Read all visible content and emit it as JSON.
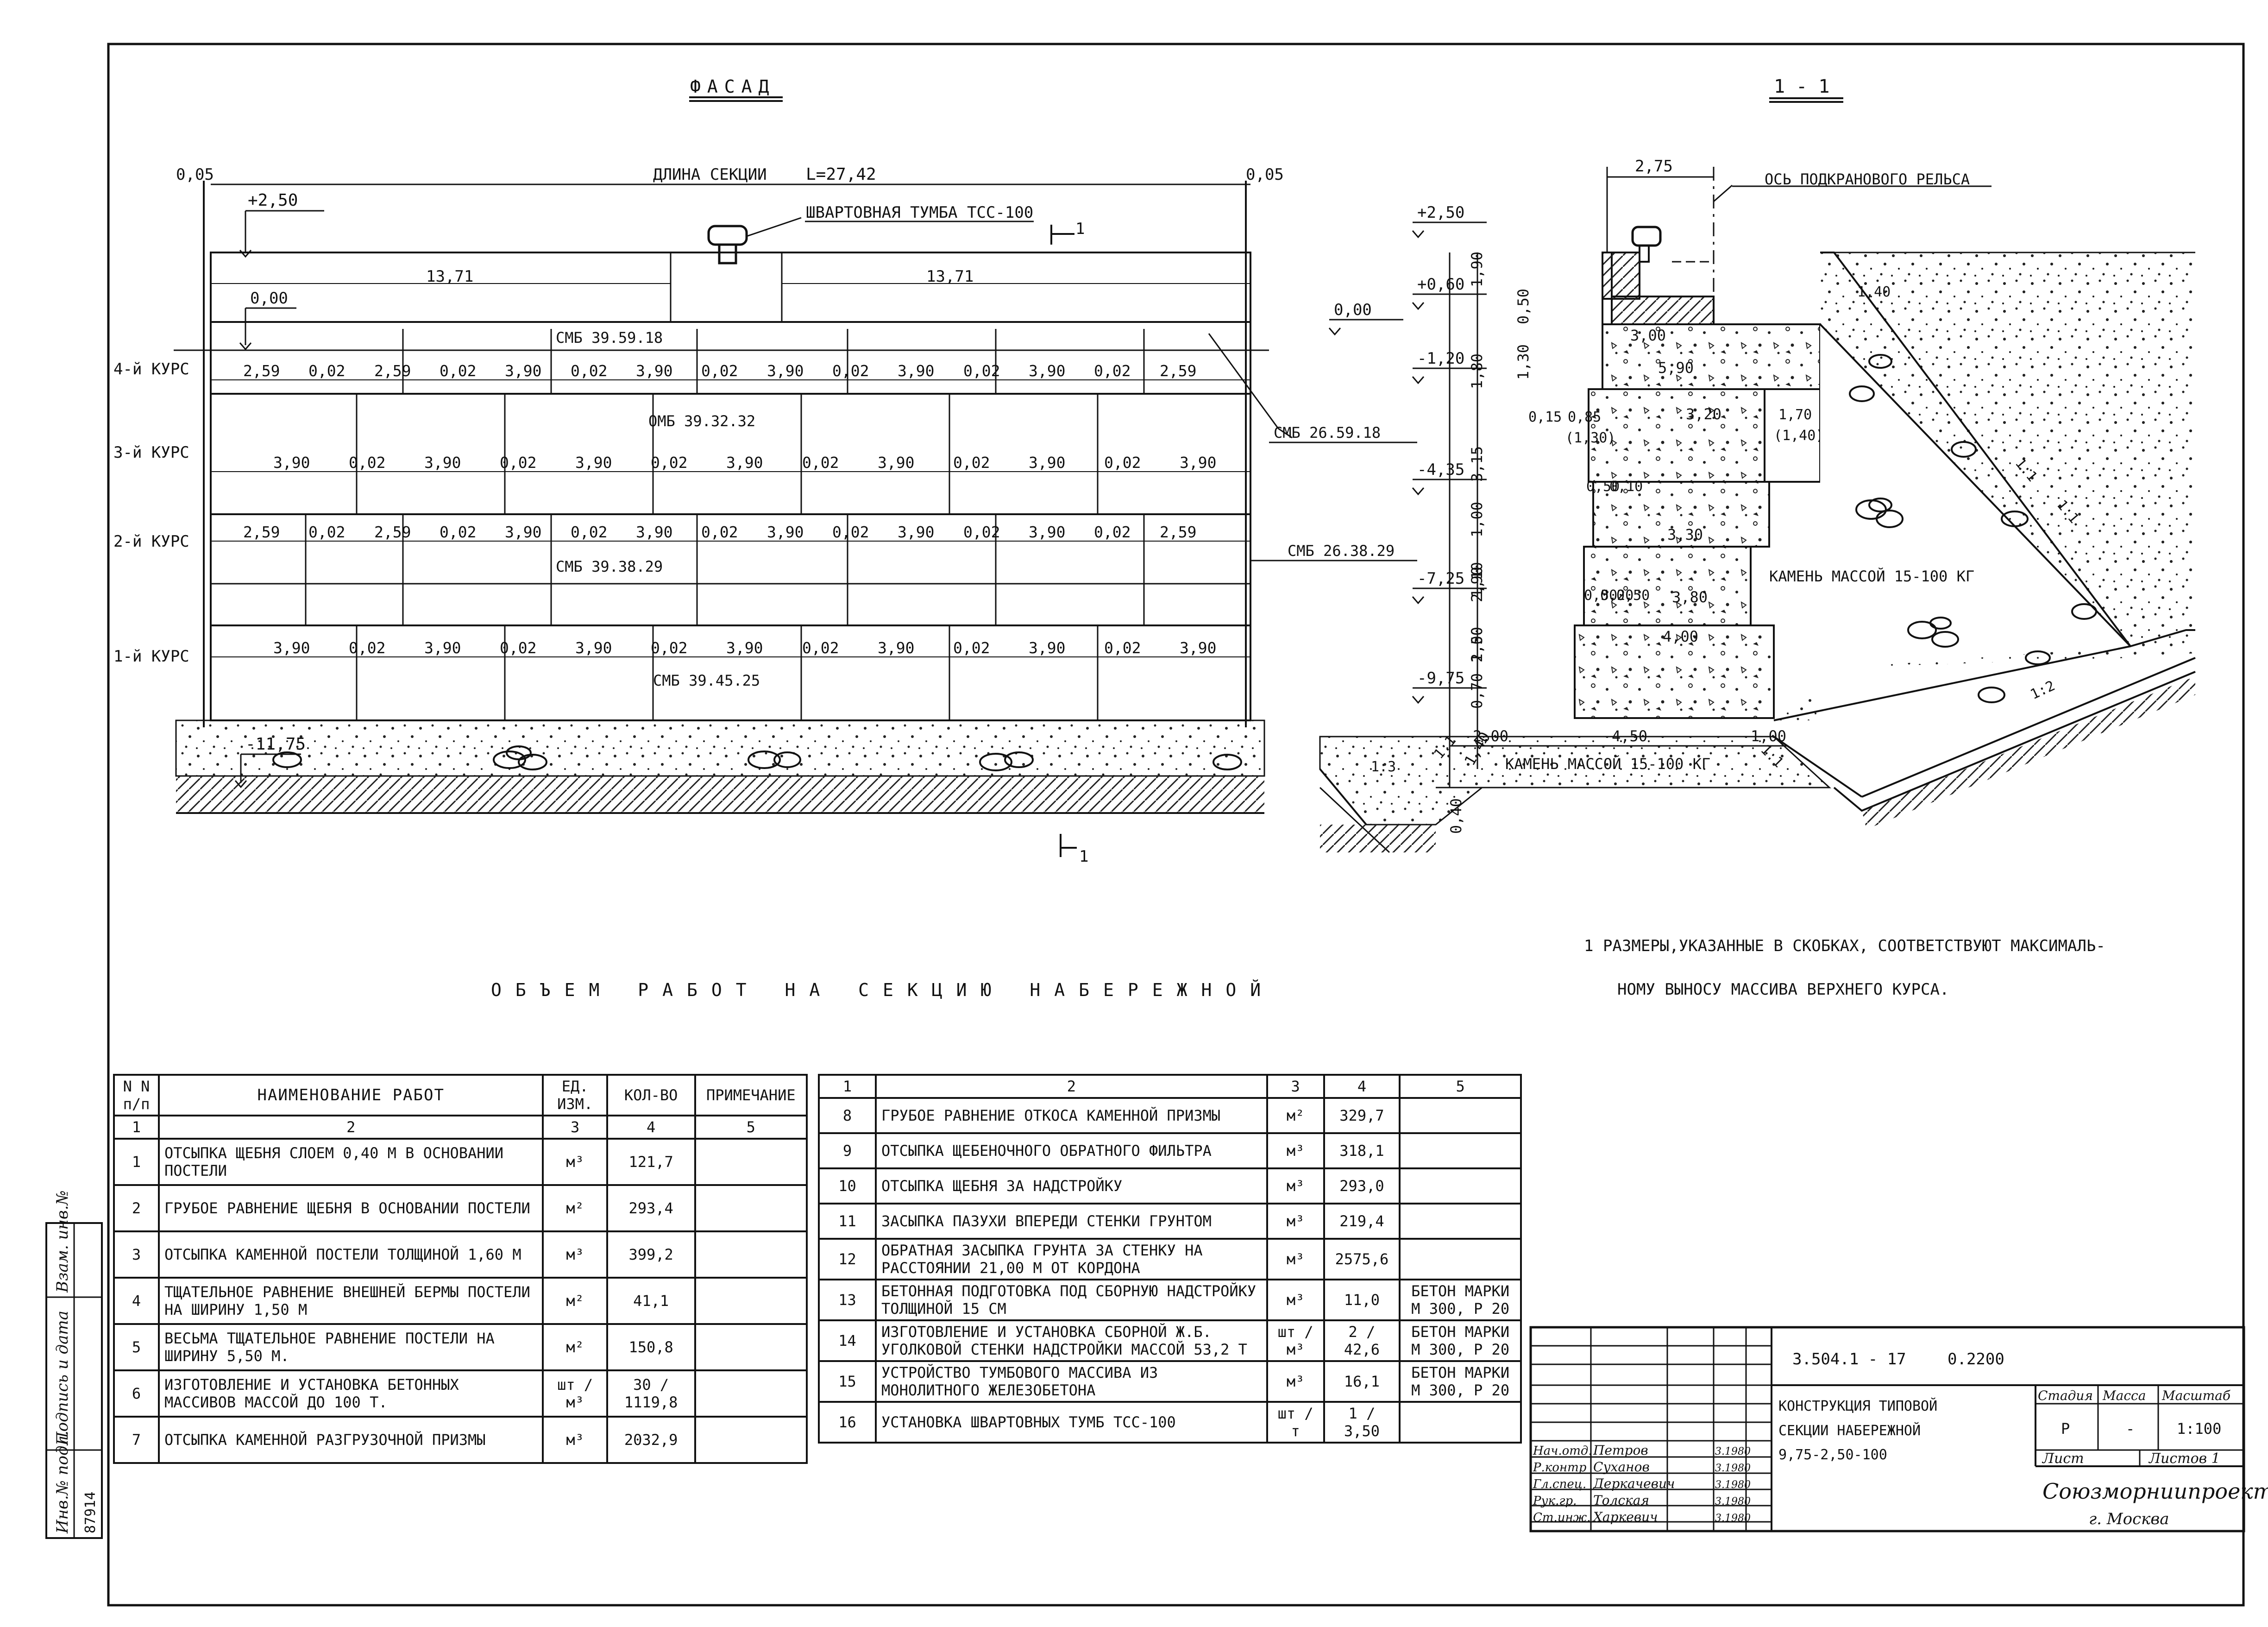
{
  "facade": {
    "title": "ФАСАД",
    "section_length_label": "ДЛИНА СЕКЦИИ",
    "section_length_value": "L=27,42",
    "edge_left": "0,05",
    "edge_right": "0,05",
    "top_level": "+2,50",
    "mid_level": "0,00",
    "bottom_level": "-11,75",
    "bollard_label": "ШВАРТОВНАЯ ТУМБА ТСС-100",
    "half_length_left": "13,71",
    "half_length_right": "13,71",
    "section_mark_top": "1",
    "section_mark_bottom": "1",
    "courses": [
      {
        "name": "4-й КУРС",
        "dims": [
          "2,59",
          "0,02",
          "2,59",
          "0,02",
          "3,90",
          "0,02",
          "3,90",
          "0,02",
          "3,90",
          "0,02",
          "3,90",
          "0,02",
          "3,90",
          "0,02",
          "2,59"
        ],
        "block": "СМБ 39.59.18"
      },
      {
        "name": "3-й КУРС",
        "dims": [
          "3,90",
          "0,02",
          "3,90",
          "0,02",
          "3,90",
          "0,02",
          "3,90",
          "0,02",
          "3,90",
          "0,02",
          "3,90",
          "0,02",
          "3,90"
        ],
        "block": "ОМБ 39.32.32"
      },
      {
        "name": "2-й КУРС",
        "dims": [
          "2,59",
          "0,02",
          "2,59",
          "0,02",
          "3,90",
          "0,02",
          "3,90",
          "0,02",
          "3,90",
          "0,02",
          "3,90",
          "0,02",
          "3,90",
          "0,02",
          "2,59"
        ],
        "block": "СМБ 39.38.29"
      },
      {
        "name": "1-й КУРС",
        "dims": [
          "3,90",
          "0,02",
          "3,90",
          "0,02",
          "3,90",
          "0,02",
          "3,90",
          "0,02",
          "3,90",
          "0,02",
          "3,90",
          "0,02",
          "3,90"
        ],
        "block": "СМБ 39.45.25"
      }
    ],
    "callout_upper": "СМБ 26.59.18",
    "callout_lower": "СМБ 26.38.29"
  },
  "section": {
    "title": "1 - 1",
    "rail_axis_label": "ОСЬ ПОДКРАНОВОГО РЕЛЬСА",
    "top_width": "2,75",
    "levels": [
      "+2,50",
      "+0,60",
      "0,00",
      "-1,20",
      "-4,35",
      "-7,25",
      "-9,75"
    ],
    "vertical_dims": [
      "1,90",
      "0,50",
      "1,30",
      "1,80",
      "3,15",
      "1,00",
      "2,90",
      "1,10",
      "1,00",
      "2,50",
      "0,70",
      "0,40",
      "1,40"
    ],
    "block_widths": [
      "3,00",
      "5,90",
      "3,20",
      "3,30",
      "3,80",
      "4,00"
    ],
    "small_dims": [
      "0,15",
      "0,85",
      "(1,30)",
      "0,50",
      "0,10",
      "0,50",
      "0,20",
      "0,50",
      "1,70",
      "(1,40)",
      "1,40"
    ],
    "base_dims": [
      "2,00",
      "4,50",
      "1,00"
    ],
    "slopes": [
      "1:1",
      "1:1",
      "1:2",
      "1:3",
      "1:1",
      "1:1"
    ],
    "stone_label": "КАМЕНЬ МАССОЙ  15-100 КГ",
    "stone_label_base": "КАМЕНЬ МАССОЙ 15-100 КГ"
  },
  "notes": {
    "line1": "1 РАЗМЕРЫ,УКАЗАННЫЕ В  СКОБКАХ, СООТВЕТСТВУЮТ МАКСИМАЛЬ-",
    "line2": "НОМУ ВЫНОСУ МАССИВА ВЕРХНЕГО  КУРСА."
  },
  "volume_title": "ОБЪЕМ РАБОТ НА СЕКЦИЮ НАБЕРЕЖНОЙ",
  "works_table": {
    "headers": {
      "num": "N N п/п",
      "name": "НАИМЕНОВАНИЕ  РАБОТ",
      "unit": "ЕД. ИЗМ.",
      "qty": "КОЛ-ВО",
      "note": "ПРИМЕЧАНИЕ"
    },
    "col_numbers": [
      "1",
      "2",
      "3",
      "4",
      "5"
    ],
    "rows_left": [
      {
        "n": "1",
        "name": "ОТСЫПКА ЩЕБНЯ СЛОЕМ 0,40 М В ОСНОВАНИИ ПОСТЕЛИ",
        "unit": "м³",
        "qty": "121,7",
        "note": ""
      },
      {
        "n": "2",
        "name": "ГРУБОЕ РАВНЕНИЕ ЩЕБНЯ В ОСНОВАНИИ ПОСТЕЛИ",
        "unit": "м²",
        "qty": "293,4",
        "note": ""
      },
      {
        "n": "3",
        "name": "ОТСЫПКА КАМЕННОЙ ПОСТЕЛИ ТОЛЩИНОЙ 1,60 М",
        "unit": "м³",
        "qty": "399,2",
        "note": ""
      },
      {
        "n": "4",
        "name": "ТЩАТЕЛЬНОЕ РАВНЕНИЕ ВНЕШНЕЙ БЕРМЫ ПОСТЕЛИ НА ШИРИНУ 1,50 М",
        "unit": "м²",
        "qty": "41,1",
        "note": ""
      },
      {
        "n": "5",
        "name": "ВЕСЬМА ТЩАТЕЛЬНОЕ РАВНЕНИЕ ПОСТЕЛИ НА ШИРИНУ  5,50 М.",
        "unit": "м²",
        "qty": "150,8",
        "note": ""
      },
      {
        "n": "6",
        "name": "ИЗГОТОВЛЕНИЕ И УСТАНОВКА БЕТОННЫХ МАССИВОВ  МАССОЙ ДО 100 Т.",
        "unit": "шт / м³",
        "qty": "30 / 1119,8",
        "note": ""
      },
      {
        "n": "7",
        "name": "ОТСЫПКА КАМЕННОЙ РАЗГРУЗОЧНОЙ ПРИЗМЫ",
        "unit": "м³",
        "qty": "2032,9",
        "note": ""
      }
    ],
    "rows_right": [
      {
        "n": "8",
        "name": "ГРУБОЕ РАВНЕНИЕ ОТКОСА КАМЕННОЙ ПРИЗМЫ",
        "unit": "м²",
        "qty": "329,7",
        "note": ""
      },
      {
        "n": "9",
        "name": "ОТСЫПКА ЩЕБЕНОЧНОГО ОБРАТНОГО ФИЛЬТРА",
        "unit": "м³",
        "qty": "318,1",
        "note": ""
      },
      {
        "n": "10",
        "name": "ОТСЫПКА ЩЕБНЯ ЗА НАДСТРОЙКУ",
        "unit": "м³",
        "qty": "293,0",
        "note": ""
      },
      {
        "n": "11",
        "name": "ЗАСЫПКА ПАЗУХИ ВПЕРЕДИ СТЕНКИ ГРУНТОМ",
        "unit": "м³",
        "qty": "219,4",
        "note": ""
      },
      {
        "n": "12",
        "name": "ОБРАТНАЯ ЗАСЫПКА ГРУНТА ЗА СТЕНКУ  НА РАССТОЯНИИ 21,00 М ОТ КОРДОНА",
        "unit": "м³",
        "qty": "2575,6",
        "note": ""
      },
      {
        "n": "13",
        "name": "БЕТОННАЯ ПОДГОТОВКА ПОД СБОРНУЮ НАДСТРОЙКУ ТОЛЩИНОЙ 15 СМ",
        "unit": "м³",
        "qty": "11,0",
        "note": "БЕТОН МАРКИ М 300, Р 20"
      },
      {
        "n": "14",
        "name": "ИЗГОТОВЛЕНИЕ И УСТАНОВКА СБОРНОЙ Ж.Б. УГОЛКОВОЙ СТЕНКИ НАДСТРОЙКИ МАССОЙ 53,2 Т",
        "unit": "шт / м³",
        "qty": "2 / 42,6",
        "note": "БЕТОН МАРКИ М 300, Р 20"
      },
      {
        "n": "15",
        "name": "УСТРОЙСТВО ТУМБОВОГО МАССИВА ИЗ МОНОЛИТНОГО ЖЕЛЕЗОБЕТОНА",
        "unit": "м³",
        "qty": "16,1",
        "note": "БЕТОН МАРКИ М 300, Р 20"
      },
      {
        "n": "16",
        "name": "УСТАНОВКА ШВАРТОВНЫХ ТУМБ  ТСС-100",
        "unit": "шт / т",
        "qty": "1 / 3,50",
        "note": ""
      }
    ]
  },
  "title_block": {
    "doc_code": "3.504.1 - 17",
    "sheet_code": "0.2200",
    "description_l1": "КОНСТРУКЦИЯ ТИПОВОЙ",
    "description_l2": "СЕКЦИИ НАБЕРЕЖНОЙ",
    "description_l3": "9,75-2,50-100",
    "stage_label": "Стадия",
    "mass_label": "Масса",
    "scale_label": "Масштаб",
    "stage_value": "Р",
    "mass_value": "-",
    "scale_value": "1:100",
    "sheet_label": "Лист",
    "sheets_label": "Листов 1",
    "org_l1": "Союзморниипроект",
    "org_l2": "г. Москва",
    "signatures": [
      {
        "role": "Нач.отд.",
        "name": "Петров",
        "date": "3.1980"
      },
      {
        "role": "Р.контр",
        "name": "Суханов",
        "date": "3.1980"
      },
      {
        "role": "Гл.спец.",
        "name": "Деркачевич",
        "date": "3.1980"
      },
      {
        "role": "Рук.гр.",
        "name": "Толская",
        "date": "3.1980"
      },
      {
        "role": "Ст.инж.",
        "name": "Харкевич",
        "date": "3.1980"
      }
    ]
  },
  "side_stamp": {
    "inv_label": "Инв.№ подл.",
    "sign_label": "Подпись и дата",
    "replace_label": "Взам. инв.№",
    "inv_number": "87914"
  }
}
